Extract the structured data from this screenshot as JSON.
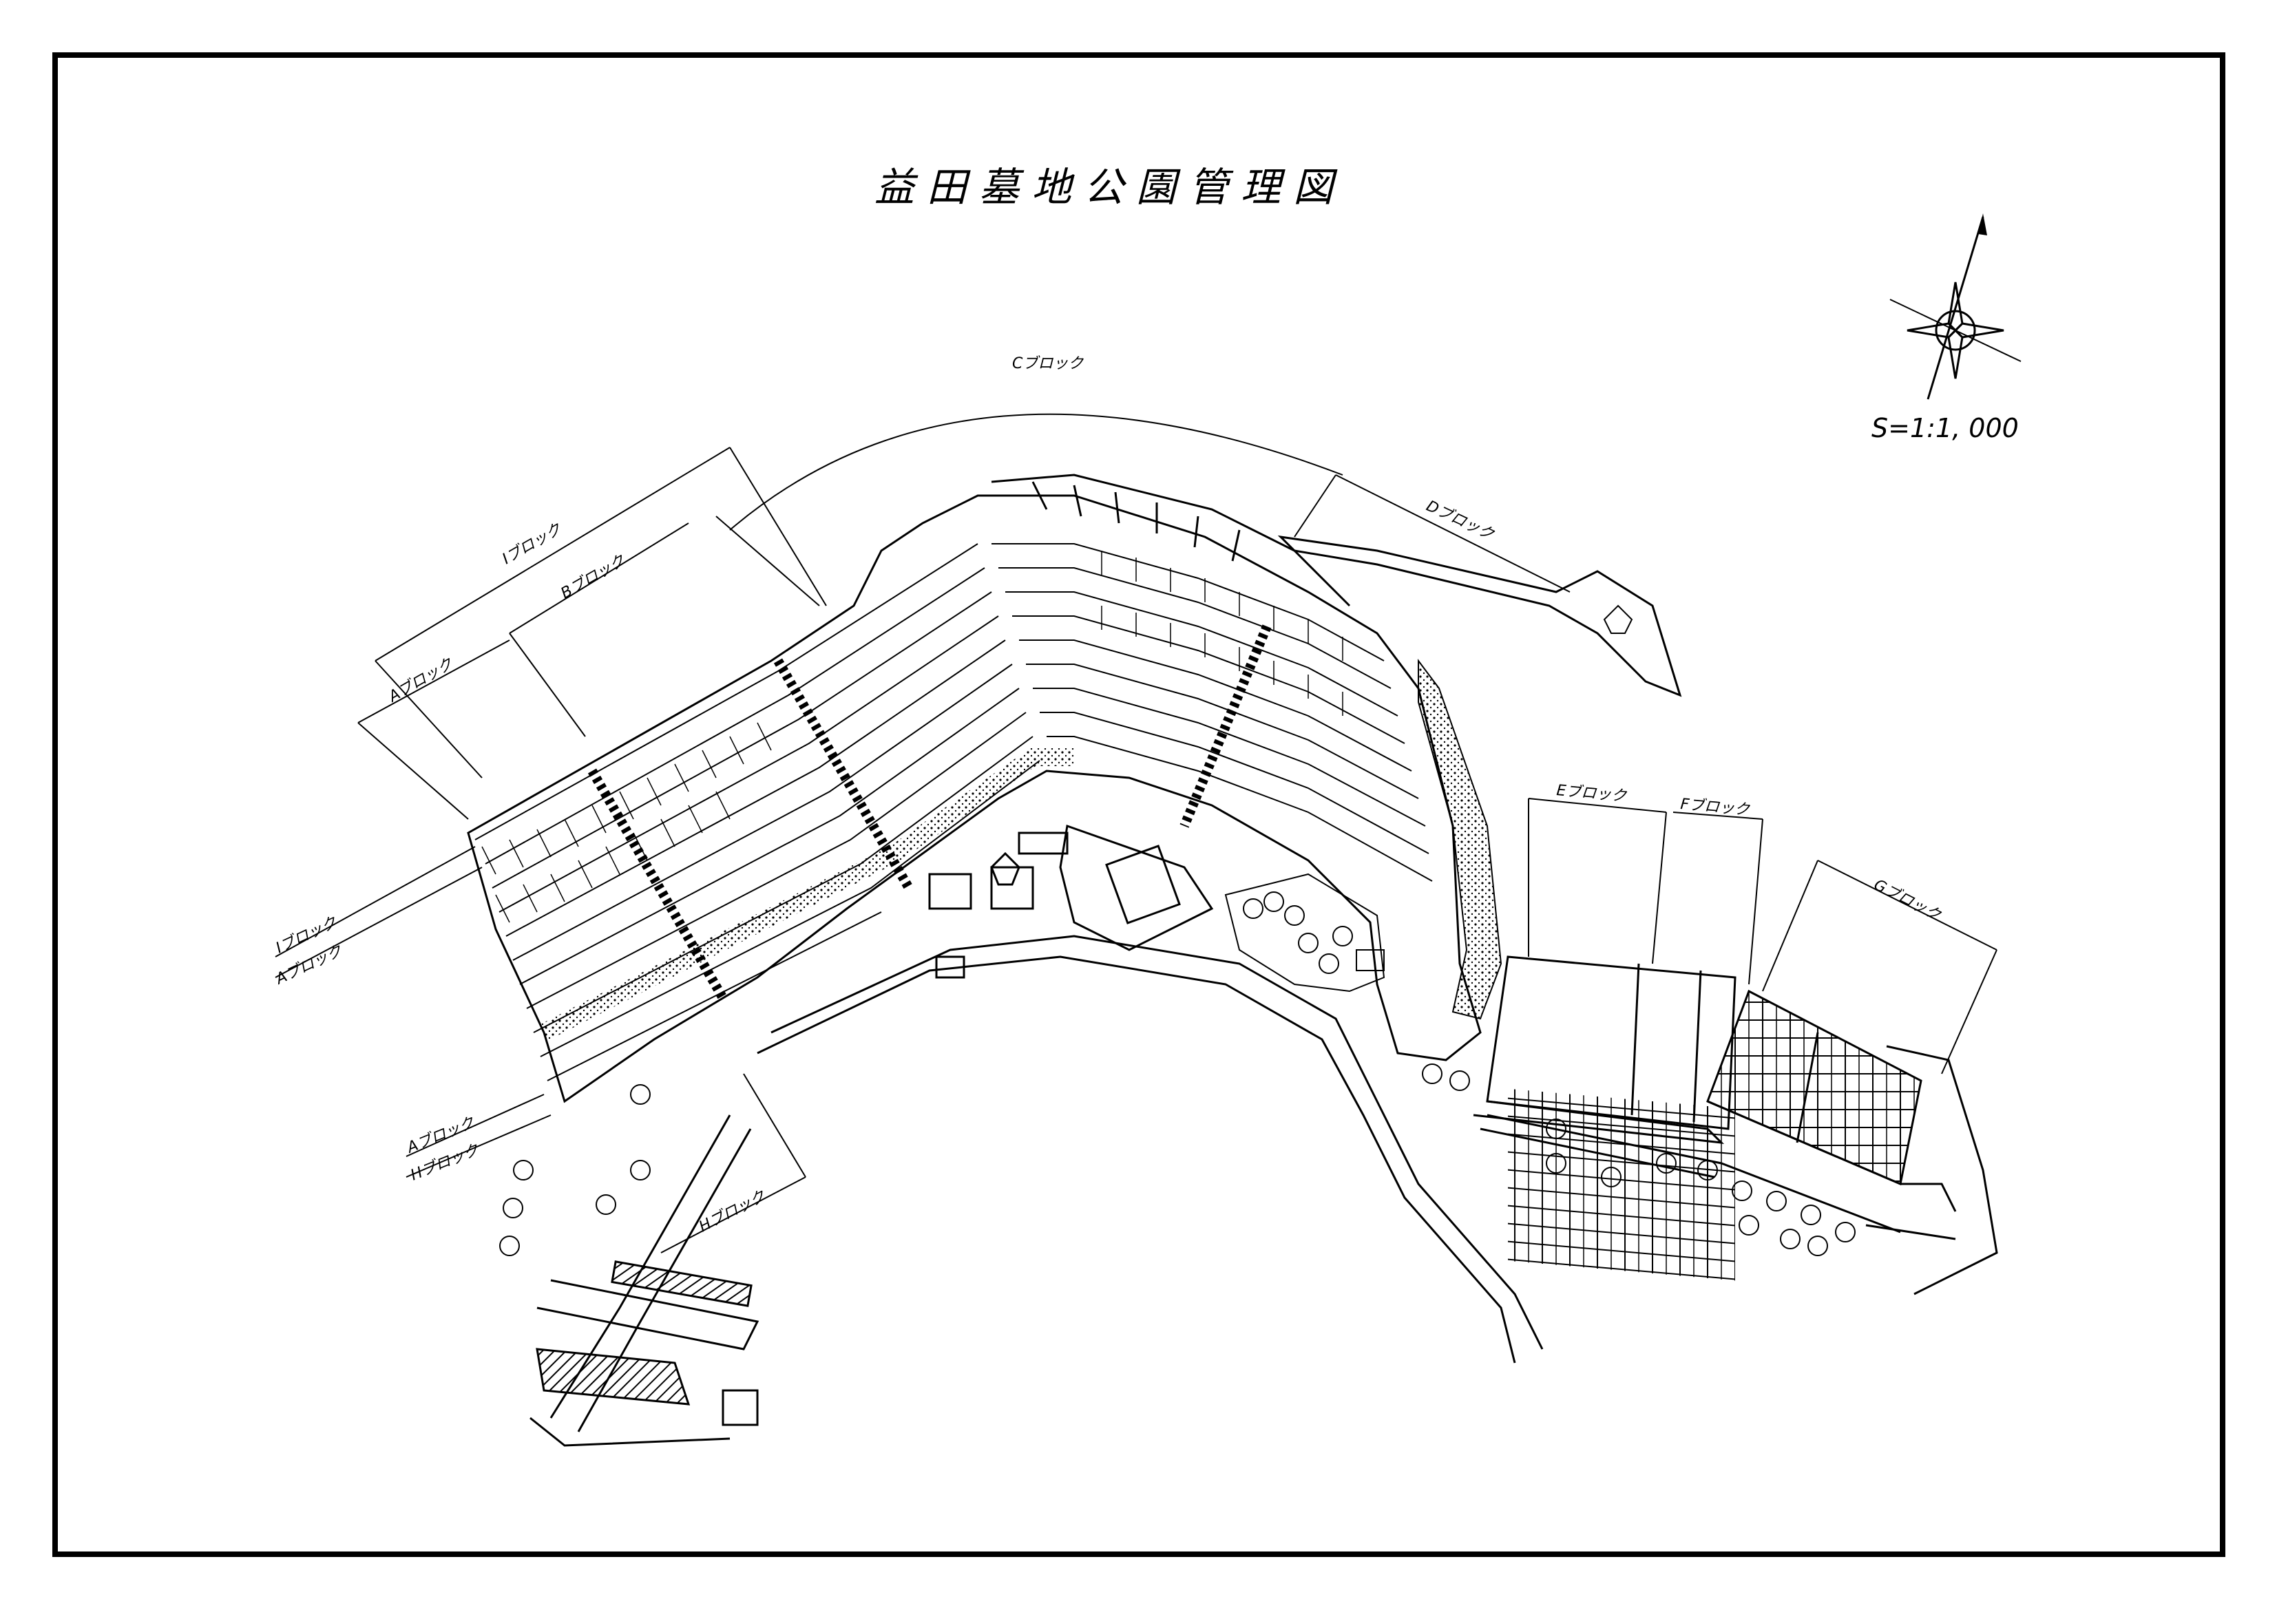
{
  "title": "益田墓地公園管理図",
  "scale": "S=1:1, 000",
  "blocks": {
    "a": "Aブロック",
    "b": "Bブロック",
    "c": "Cブロック",
    "d": "Dブロック",
    "e": "Eブロック",
    "f": "Fブロック",
    "g": "Gブロック",
    "h": "Hブロック",
    "i": "Iブロック"
  },
  "colors": {
    "ink": "#000000",
    "paper": "#ffffff",
    "hatch": "#555555"
  },
  "icons": [
    "compass-rose-icon",
    "tree-icon"
  ]
}
